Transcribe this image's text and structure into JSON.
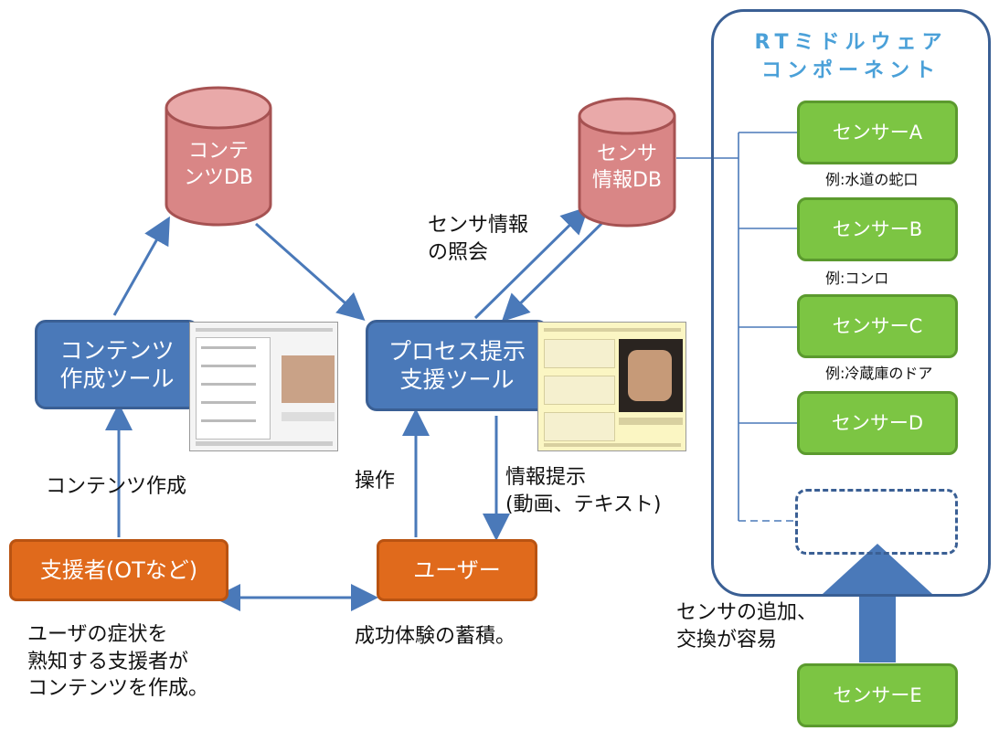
{
  "rtm_panel": {
    "title_line1": "RTミドルウェア",
    "title_line2": "コンポーネント"
  },
  "sensors": [
    {
      "label": "センサーA",
      "example": "例:水道の蛇口"
    },
    {
      "label": "センサーB",
      "example": "例:コンロ"
    },
    {
      "label": "センサーC",
      "example": "例:冷蔵庫のドア"
    },
    {
      "label": "センサーD"
    }
  ],
  "sensor_e": {
    "label": "センサーE"
  },
  "content_db": {
    "line1": "コンテ",
    "line2": "ンツDB"
  },
  "sensor_db": {
    "line1": "センサ",
    "line2": "情報DB"
  },
  "content_tool": {
    "line1": "コンテンツ",
    "line2": "作成ツール"
  },
  "process_tool": {
    "line1": "プロセス提示",
    "line2": "支援ツール"
  },
  "supporter": {
    "label": "支援者(OTなど)"
  },
  "user": {
    "label": "ユーザー"
  },
  "labels": {
    "sensor_query_line1": "センサ情報",
    "sensor_query_line2": "の照会",
    "content_create": "コンテンツ作成",
    "operation": "操作",
    "info_line1": "情報提示",
    "info_line2": "(動画、テキスト)",
    "sensor_add_line1": "センサの追加、",
    "sensor_add_line2": "交換が容易",
    "supporter_note_line1": "ユーザの症状を",
    "supporter_note_line2": "熟知する支援者が",
    "supporter_note_line3": "コンテンツを作成。",
    "user_note": "成功体験の蓄積。"
  }
}
